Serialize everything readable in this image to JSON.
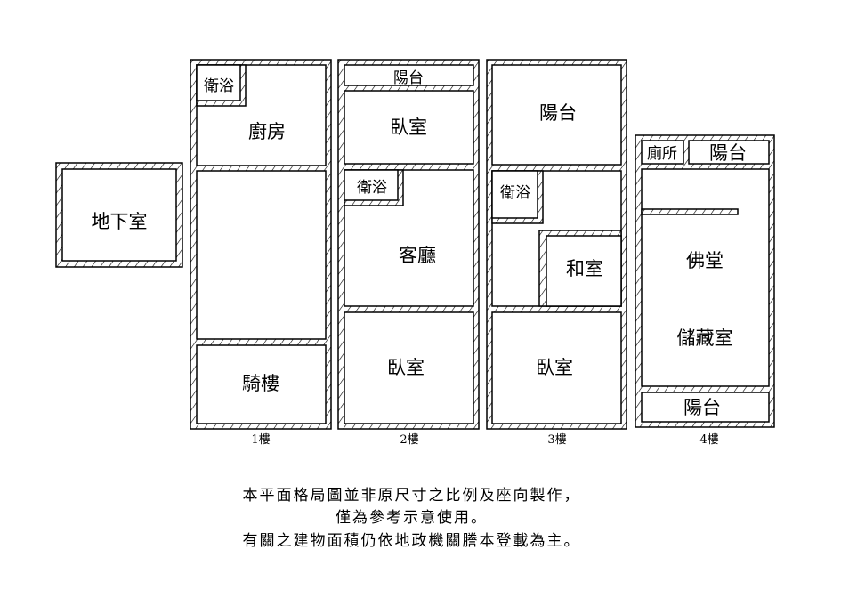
{
  "basement": {
    "label": "地下室"
  },
  "floor1": {
    "label": "1樓",
    "rooms": {
      "bath": "衛浴",
      "kitchen": "廚房",
      "arcade": "騎樓"
    }
  },
  "floor2": {
    "label": "2樓",
    "rooms": {
      "balcony": "陽台",
      "bedroom_top": "臥室",
      "bath": "衛浴",
      "living": "客廳",
      "bedroom_bottom": "臥室"
    }
  },
  "floor3": {
    "label": "3樓",
    "rooms": {
      "balcony": "陽台",
      "bath": "衛浴",
      "japanese_room": "和室",
      "bedroom": "臥室"
    }
  },
  "floor4": {
    "label": "4樓",
    "rooms": {
      "toilet": "廁所",
      "balcony_top": "陽台",
      "shrine": "佛堂",
      "storage": "儲藏室",
      "balcony_bottom": "陽台"
    }
  },
  "notes": [
    "本平面格局圖並非原尺寸之比例及座向製作，",
    "僅為參考示意使用。",
    "有關之建物面積仍依地政機關謄本登載為主。"
  ]
}
